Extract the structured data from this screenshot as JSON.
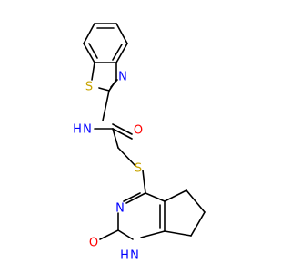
{
  "colors": {
    "carbon_bond": "#000000",
    "nitrogen": "#0000ff",
    "oxygen": "#ff0000",
    "sulfur": "#c8a400",
    "background": "#ffffff"
  },
  "atoms": {
    "benzothiazole_s": "S",
    "benzothiazole_n": "N",
    "amide_nh": "N",
    "amide_nh_h": "H",
    "carbonyl_o": "O",
    "thioether_s": "S",
    "pyrimidine_n": "N",
    "pyrimidinone_o": "O",
    "ring_nh_h": "H",
    "ring_nh": "N"
  }
}
